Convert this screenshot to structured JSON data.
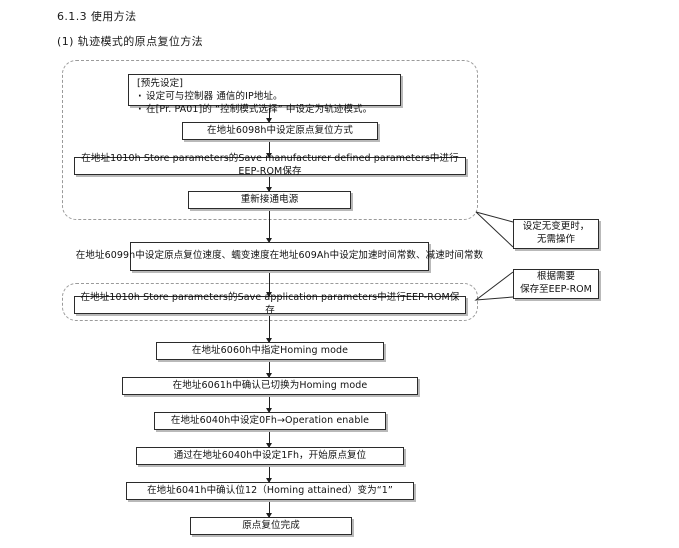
{
  "document": {
    "section_heading": "6.1.3 使用方法",
    "sub_heading": "(1) 轨迹模式的原点复位方法"
  },
  "flow": {
    "preliminary": {
      "title": "[预先设定]",
      "bullets": [
        "设定可与控制器 通信的IP地址。",
        "在[Pr. PA01]的 “控制模式选择” 中设定为轨迹模式。"
      ]
    },
    "nodes": [
      {
        "id": "node-6098h",
        "label": "在地址6098h中设定原点复位方式"
      },
      {
        "id": "node-1010h-mfr",
        "label": "在地址1010h Store parameters的Save manufacturer defined parameters中进行EEP-ROM保存"
      },
      {
        "id": "node-power",
        "label": "重新接通电源"
      },
      {
        "id": "node-6099h",
        "line1": "在地址6099h中设定原点复位速度、蠕变速度",
        "line2": "在地址609Ah中设定加速时间常数、减速时间常数"
      },
      {
        "id": "node-1010h-app",
        "label": "在地址1010h Store parameters的Save application parameters中进行EEP-ROM保存"
      },
      {
        "id": "node-6060h",
        "label": "在地址6060h中指定Homing mode"
      },
      {
        "id": "node-6061h",
        "label": "在地址6061h中确认已切换为Homing mode"
      },
      {
        "id": "node-6040h-0f",
        "label": "在地址6040h中设定0Fh→Operation enable"
      },
      {
        "id": "node-6040h-1f",
        "label": "通过在地址6040h中设定1Fh，开始原点复位"
      },
      {
        "id": "node-6041h",
        "label": "在地址6041h中确认位12（Homing attained）变为“1”"
      },
      {
        "id": "node-done",
        "label": "原点复位完成"
      }
    ],
    "notes": [
      {
        "id": "note-no-change",
        "line1": "设定无变更时，",
        "line2": "无需操作"
      },
      {
        "id": "note-save-eep",
        "line1": "根据需要",
        "line2": "保存至EEP-ROM"
      }
    ]
  },
  "colors": {
    "box_border": "#2b2b2b",
    "box_shadow": "#b9b9b9",
    "dashed_border": "#9a9a9a",
    "text": "#111111",
    "connector": "#1f1f1f"
  }
}
